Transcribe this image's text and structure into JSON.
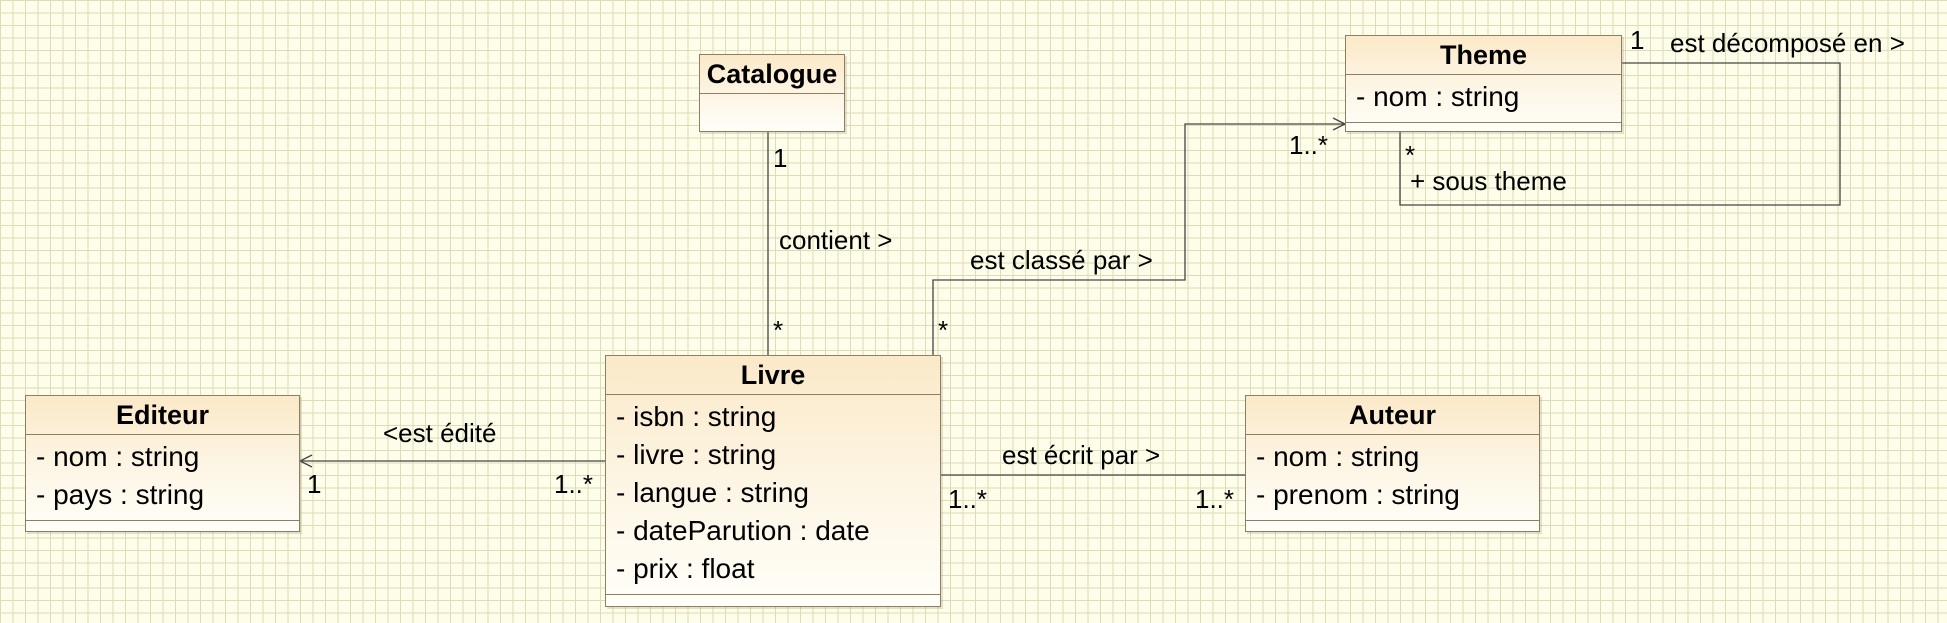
{
  "classes": {
    "catalogue": {
      "name": "Catalogue",
      "attributes": []
    },
    "theme": {
      "name": "Theme",
      "attributes": [
        "- nom : string"
      ]
    },
    "livre": {
      "name": "Livre",
      "attributes": [
        "- isbn : string",
        "- livre : string",
        "- langue : string",
        "- dateParution : date",
        "- prix : float"
      ]
    },
    "editeur": {
      "name": "Editeur",
      "attributes": [
        "- nom : string",
        "- pays : string"
      ]
    },
    "auteur": {
      "name": "Auteur",
      "attributes": [
        "- nom : string",
        "- prenom : string"
      ]
    }
  },
  "associations": {
    "contient": {
      "label": "contient >",
      "source_mult": "1",
      "target_mult": "*"
    },
    "classe": {
      "label": "est classé par >",
      "source_mult": "*",
      "target_mult": "1..*"
    },
    "decompose": {
      "label": "est décomposé en >",
      "source_mult": "1",
      "target_mult": "*",
      "role": "+ sous theme"
    },
    "edite": {
      "label": "<est édité",
      "source_mult": "1..*",
      "target_mult": "1"
    },
    "ecrit": {
      "label": "est écrit par >",
      "source_mult": "1..*",
      "target_mult": "1..*"
    }
  },
  "colors": {
    "grid_background": "#fefde9",
    "grid_line": "#dcdcb8",
    "class_fill_top": "#fbe9c8",
    "class_border": "#8c7f62",
    "line": "#444444"
  }
}
